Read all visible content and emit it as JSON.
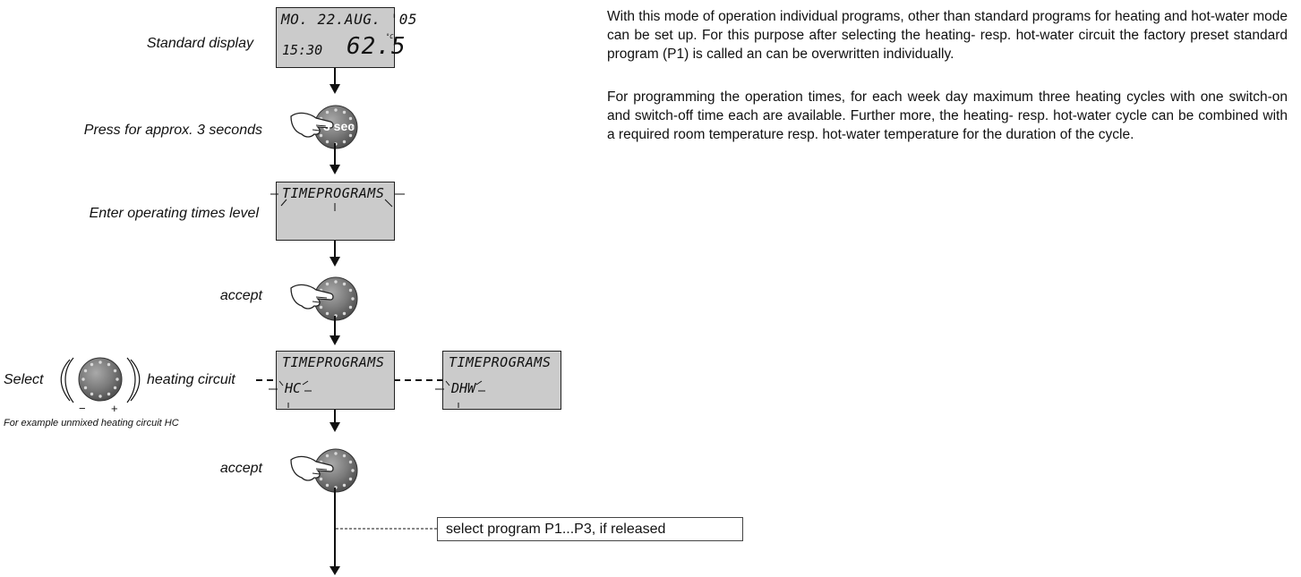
{
  "labels": {
    "standard_display": "Standard display",
    "press_3s": "Press for approx. 3 seconds",
    "enter_level": "Enter operating times level",
    "accept_1": "accept",
    "select": "Select",
    "heating_circuit": "heating circuit",
    "example_note": "For example unmixed heating circuit HC",
    "accept_2": "accept",
    "minus": "−",
    "plus": "+"
  },
  "lcd_standard": {
    "line1": "MO. 22.AUG. '05",
    "time": "15:30",
    "temp": "62.5",
    "unit": "°C"
  },
  "knob_3s": {
    "label": "3 sec"
  },
  "lcd_timeprograms": {
    "line1": "TIMEPROGRAMS"
  },
  "lcd_hc": {
    "line1": "TIMEPROGRAMS",
    "line2": "HC"
  },
  "lcd_dhw": {
    "line1": "TIMEPROGRAMS",
    "line2": "DHW"
  },
  "callout": "select program P1...P3, if released",
  "paragraphs": [
    "With this mode of operation individual programs, other than standard programs for heating and hot-water mode can be set up. For this purpose after selecting the heating- resp. hot-water circuit the factory preset standard program (P1) is called an can be overwritten individually.",
    "For programming the operation times, for each week day maximum three heating cycles with one switch-on and switch-off time each are available. Further more, the heating- resp. hot-water cycle can be combined with a required room temperature resp. hot-water temperature for the duration of the cycle."
  ]
}
